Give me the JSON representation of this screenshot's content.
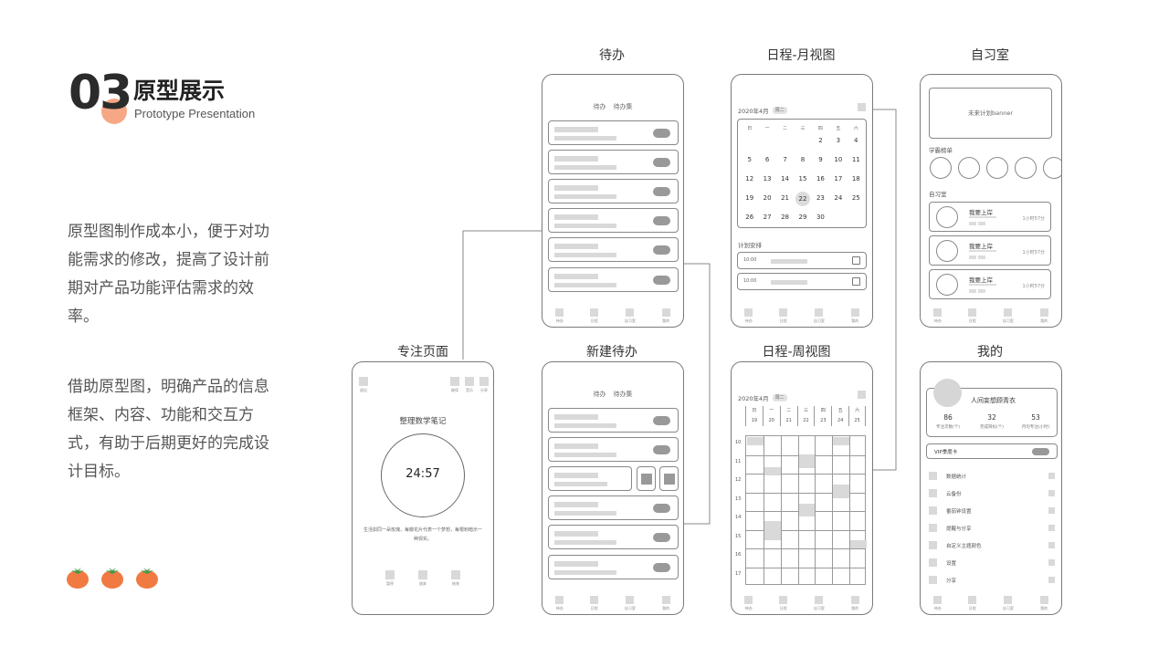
{
  "section": {
    "number": "03",
    "title": "原型展示",
    "subtitle": "Prototype Presentation"
  },
  "paragraphs": [
    "原型图制作成本小，便于对功能需求的修改，提高了设计前期对产品功能评估需求的效率。",
    "借助原型图，明确产品的信息框架、内容、功能和交互方式，有助于后期更好的完成设计目标。"
  ],
  "phones": {
    "todo": {
      "title": "待办",
      "tabs": [
        "待办",
        "待办集"
      ],
      "tabbar": [
        "待办",
        "日程",
        "自习室",
        "我的"
      ]
    },
    "new_todo": {
      "title": "新建待办",
      "tabs": [
        "待办",
        "待办集"
      ],
      "tabbar": [
        "待办",
        "日程",
        "自习室",
        "我的"
      ]
    },
    "calendar_month": {
      "title": "日程-月视图",
      "month_label": "2020年4月",
      "chip": "周二",
      "weekdays": [
        "日",
        "一",
        "二",
        "三",
        "四",
        "五",
        "六"
      ],
      "days": [
        "",
        "",
        "",
        "",
        "2",
        "3",
        "4",
        "5",
        "6",
        "7",
        "8",
        "9",
        "10",
        "11",
        "12",
        "13",
        "14",
        "15",
        "16",
        "17",
        "18",
        "19",
        "20",
        "21",
        "22",
        "23",
        "24",
        "25",
        "26",
        "27",
        "28",
        "29",
        "30",
        "",
        ""
      ],
      "selected_day": "22",
      "plan_label": "计划安排",
      "plans": [
        {
          "time": "10:00"
        },
        {
          "time": "10:00"
        }
      ],
      "tabbar": [
        "待办",
        "日程",
        "自习室",
        "我的"
      ]
    },
    "calendar_week": {
      "title": "日程-周视图",
      "month_label": "2020年4月",
      "chip": "周二",
      "weekdays": [
        "日",
        "一",
        "二",
        "三",
        "四",
        "五",
        "六"
      ],
      "dates": [
        "19",
        "20",
        "21",
        "22",
        "23",
        "24",
        "25"
      ],
      "hours": [
        "10",
        "11",
        "12",
        "13",
        "14",
        "15",
        "16",
        "17"
      ],
      "tabbar": [
        "待办",
        "日程",
        "自习室",
        "我的"
      ]
    },
    "study_room": {
      "title": "自习室",
      "banner": "未来计划banner",
      "rank_label": "学霸榜单",
      "room_label": "自习室",
      "rooms": [
        {
          "name": "我要上岸",
          "time": "1小时57分"
        },
        {
          "name": "我要上岸",
          "time": "1小时57分"
        },
        {
          "name": "我要上岸",
          "time": "1小时57分"
        }
      ],
      "tabbar": [
        "待办",
        "日程",
        "自习室",
        "我的"
      ]
    },
    "mine": {
      "title": "我的",
      "user_name": "人间妄想顾青衣",
      "stats": [
        {
          "value": "86",
          "label": "专注次数(个)"
        },
        {
          "value": "32",
          "label": "完成目标(个)"
        },
        {
          "value": "53",
          "label": "月均专注(小时)"
        }
      ],
      "vip_label": "VIP季度卡",
      "menu": [
        "数据统计",
        "云备份",
        "番茄钟设置",
        "提醒与分享",
        "自定义主题颜色",
        "设置",
        "分享"
      ],
      "tabbar": [
        "待办",
        "日程",
        "自习室",
        "我的"
      ]
    },
    "focus": {
      "title": "专注页面",
      "top_left": "退出",
      "top_right": [
        "继续",
        "音乐",
        "分享"
      ],
      "task": "整理数学笔记",
      "timer": "24:57",
      "quote": "生活如同一朵玫瑰，每瓣花片代表一个梦想，每根刺暗示一种现实。",
      "controls": [
        "暂停",
        "放弃",
        "结束"
      ]
    }
  },
  "colors": {
    "accent": "#f6a785",
    "tomato": "#f07a42",
    "leaf": "#3d9c4a",
    "frame": "#7a7a7a",
    "placeholder": "#d9d9d9"
  }
}
